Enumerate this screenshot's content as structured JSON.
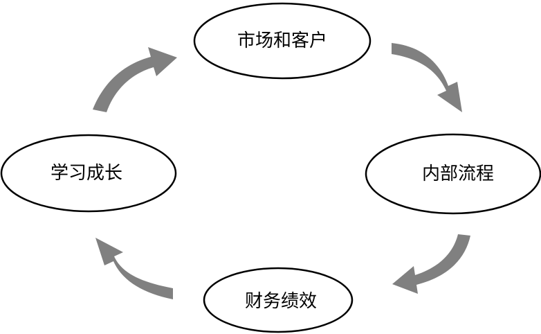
{
  "nodes": {
    "market_customer": {
      "label": "市场和客户"
    },
    "internal_process": {
      "label": "内部流程"
    },
    "financial_performance": {
      "label": "财务绩效"
    },
    "learning_growth": {
      "label": "学习成长"
    }
  },
  "colors": {
    "arrow": "#808080",
    "ellipse_stroke": "#000000",
    "text": "#000000",
    "background": "#ffffff"
  }
}
